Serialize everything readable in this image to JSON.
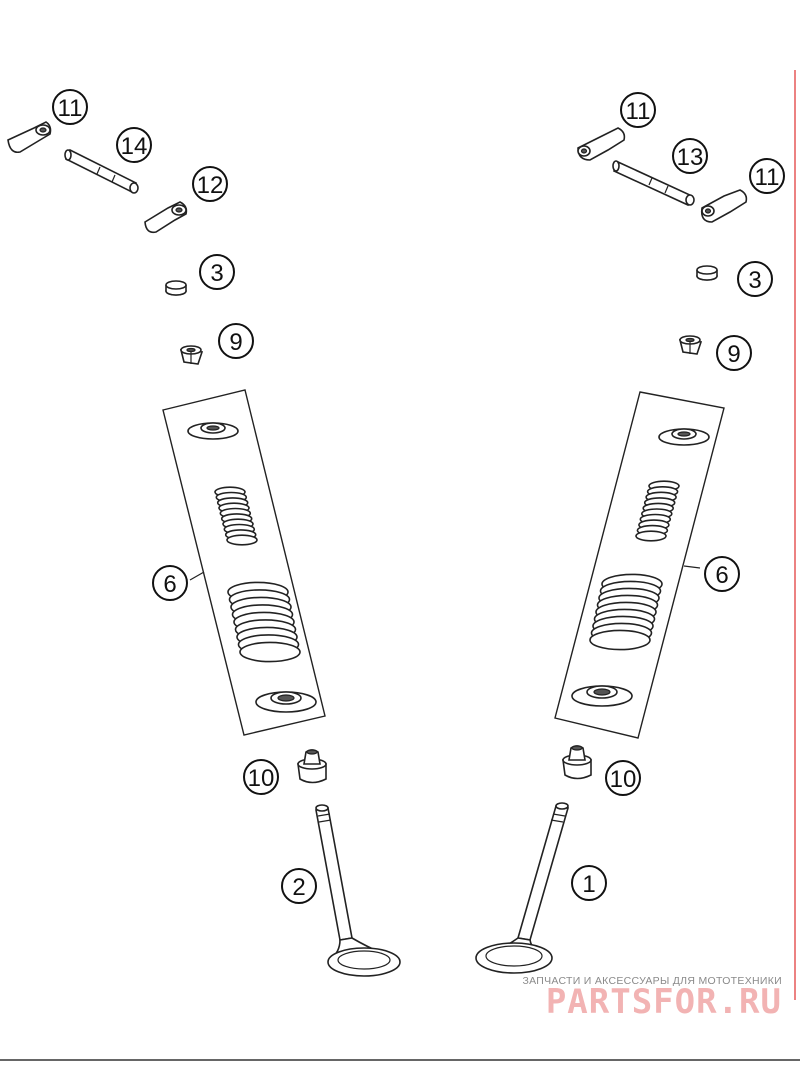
{
  "diagram": {
    "callouts": {
      "l11": "11",
      "l14": "14",
      "l12": "12",
      "l3": "3",
      "l9": "9",
      "l6": "6",
      "l10": "10",
      "l2": "2",
      "r11a": "11",
      "r13": "13",
      "r11b": "11",
      "r3": "3",
      "r9": "9",
      "r6": "6",
      "r10": "10",
      "r1": "1"
    }
  },
  "watermark": {
    "tagline": "ЗАПЧАСТИ И АКСЕССУАРЫ ДЛЯ МОТОТЕХНИКИ",
    "brand": "PARTSFOR.RU",
    "brand_color": "#f2b3b3"
  },
  "colors": {
    "line": "#222222",
    "page_edge": "#e03030"
  }
}
